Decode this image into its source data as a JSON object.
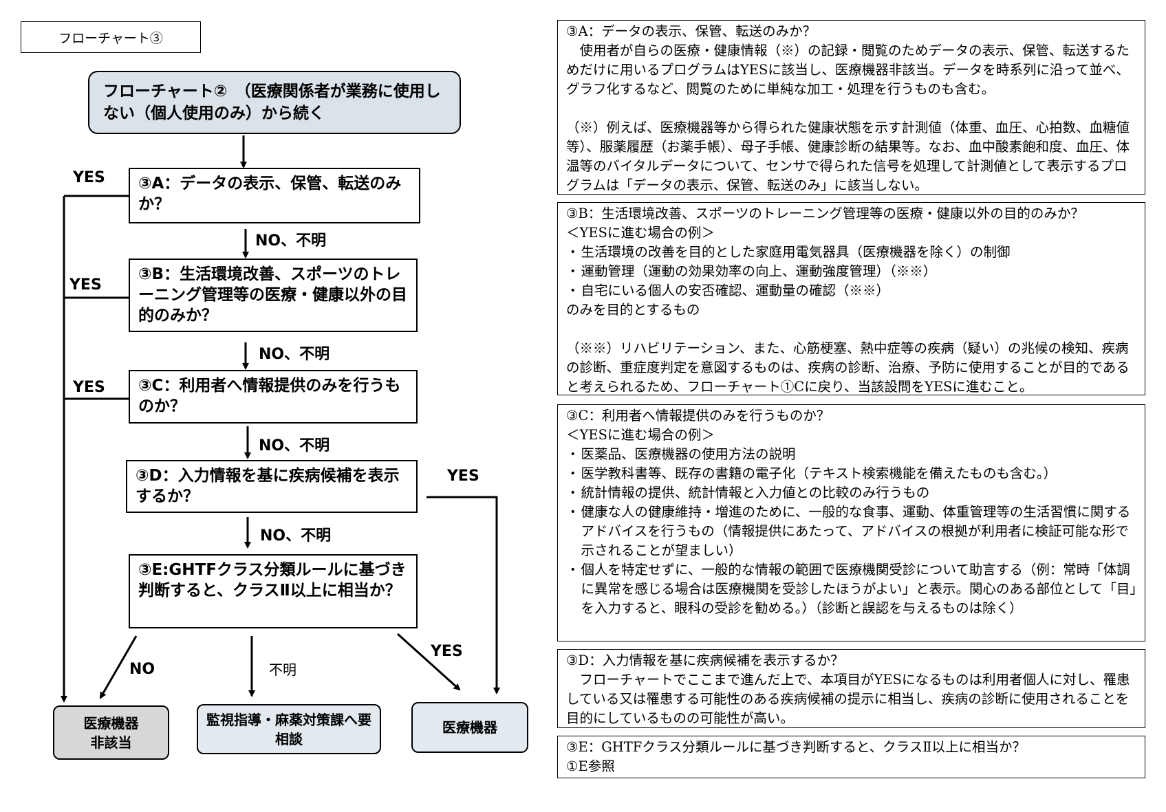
{
  "title": "フローチャート③",
  "flowchart": {
    "start": "フローチャート②　（医療関係者が業務に使用しない（個人使用のみ）から続く",
    "nodes": {
      "a": "③A：データの表示、保管、転送のみか？",
      "b": "③B：生活環境改善、スポーツのトレーニング管理等の医療・健康以外の目的のみか？",
      "c": "③C：利用者へ情報提供のみを行うものか？",
      "d": "③D：入力情報を基に疾病候補を表示するか？",
      "e": "③E:GHTFクラス分類ルールに基づき判断すると、クラスⅡ以上に相当か？"
    },
    "results": {
      "not_device": "医療機器非該当",
      "consult": "監視指導・麻薬対策課へ要相談",
      "device": "医療機器"
    },
    "labels": {
      "yes": "YES",
      "no_unknown": "NO、不明",
      "no": "NO",
      "unknown": "不明"
    }
  },
  "notes": {
    "a": {
      "heading": "③A：データの表示、保管、転送のみか？",
      "body": "使用者が自らの医療・健康情報（※）の記録・閲覧のためデータの表示、保管、転送するためだけに用いるプログラムはYESに該当し、医療機器非該当。データを時系列に沿って並べ、グラフ化するなど、閲覧のために単純な加工・処理を行うものも含む。",
      "footnote": "（※）例えば、医療機器等から得られた健康状態を示す計測値（体重、血圧、心拍数、血糖値等）、服薬履歴（お薬手帳）、母子手帳、健康診断の結果等。なお、血中酸素飽和度、血圧、体温等のバイタルデータについて、センサで得られた信号を処理して計測値として表示するプログラムは「データの表示、保管、転送のみ」に該当しない。"
    },
    "b": {
      "heading": "③B：生活環境改善、スポーツのトレーニング管理等の医療・健康以外の目的のみか？",
      "examples_heading": "＜YESに進む場合の例＞",
      "items": [
        "生活環境の改善を目的とした家庭用電気器具（医療機器を除く）の制御",
        "運動管理（運動の効果効率の向上、運動強度管理）（※※）",
        "自宅にいる個人の安否確認、運動量の確認（※※）"
      ],
      "tail": "のみを目的とするもの",
      "footnote": "（※※）リハビリテーション、また、心筋梗塞、熱中症等の疾病（疑い）の兆候の検知、疾病の診断、重症度判定を意図するものは、疾病の診断、治療、予防に使用することが目的であると考えられるため、フローチャート①Cに戻り、当該設問をYESに進むこと。"
    },
    "c": {
      "heading": "③C：利用者へ情報提供のみを行うものか？",
      "examples_heading": "＜YESに進む場合の例＞",
      "items": [
        "医薬品、医療機器の使用方法の説明",
        "医学教科書等、既存の書籍の電子化（テキスト検索機能を備えたものも含む。）",
        "統計情報の提供、統計情報と入力値との比較のみ行うもの",
        "健康な人の健康維持・増進のために、一般的な食事、運動、体重管理等の生活習慣に関するアドバイスを行うもの（情報提供にあたって、アドバイスの根拠が利用者に検証可能な形で示されることが望ましい）",
        "個人を特定せずに、一般的な情報の範囲で医療機関受診について助言する（例：常時「体調に異常を感じる場合は医療機関を受診したほうがよい」と表示。関心のある部位として「目」を入力すると、眼科の受診を勧める。）（診断と誤認を与えるものは除く）"
      ]
    },
    "d": {
      "heading": "③D：入力情報を基に疾病候補を表示するか？",
      "body": "フローチャートでここまで進んだ上で、本項目がYESになるものは利用者個人に対し、罹患している又は罹患する可能性のある疾病候補の提示に相当し、疾病の診断に使用されることを目的にしているものの可能性が高い。"
    },
    "e": {
      "heading": "③E：GHTFクラス分類ルールに基づき判断すると、クラスⅡ以上に相当か？",
      "body": "①E参照"
    }
  }
}
